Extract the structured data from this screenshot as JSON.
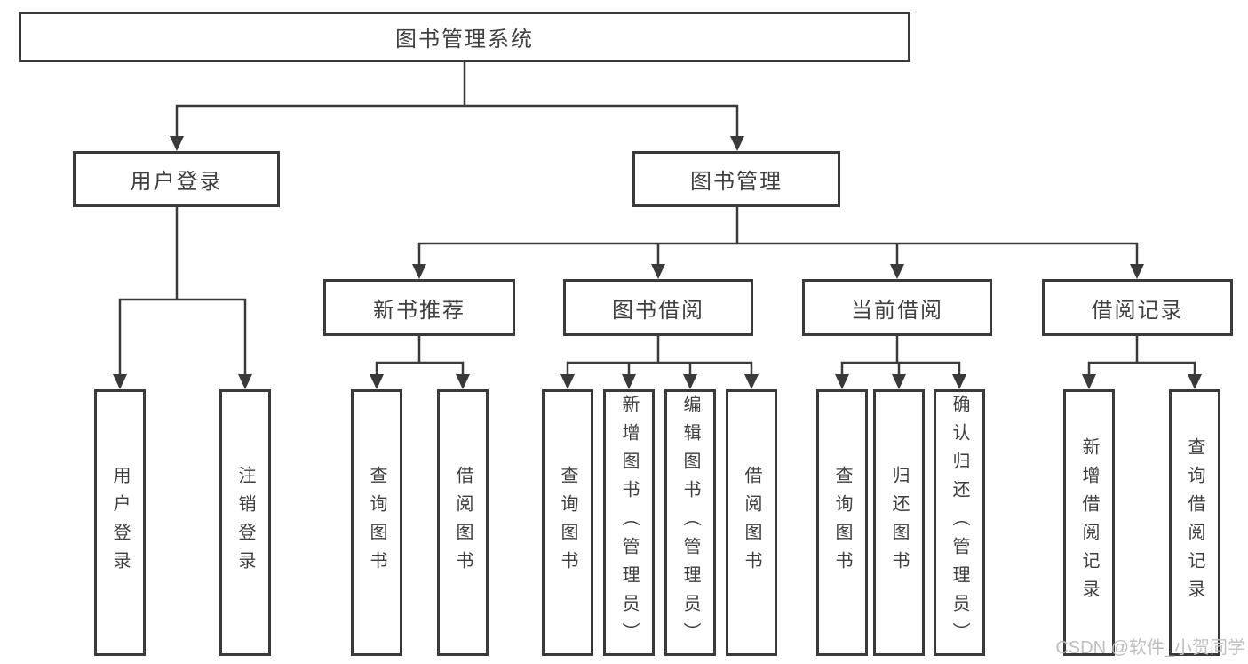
{
  "diagram": {
    "type": "hierarchy-tree",
    "title": "图书管理系统",
    "hierarchy": {
      "label": "图书管理系统",
      "children": [
        {
          "label": "用户登录",
          "children": [
            {
              "label": "用户登录"
            },
            {
              "label": "注销登录"
            }
          ]
        },
        {
          "label": "图书管理",
          "children": [
            {
              "label": "新书推荐",
              "children": [
                {
                  "label": "查询图书"
                },
                {
                  "label": "借阅图书"
                }
              ]
            },
            {
              "label": "图书借阅",
              "children": [
                {
                  "label": "查询图书"
                },
                {
                  "label": "新增图书（管理员）"
                },
                {
                  "label": "编辑图书（管理员）"
                },
                {
                  "label": "借阅图书"
                }
              ]
            },
            {
              "label": "当前借阅",
              "children": [
                {
                  "label": "查询图书"
                },
                {
                  "label": "归还图书"
                },
                {
                  "label": "确认归还（管理员）"
                }
              ]
            },
            {
              "label": "借阅记录",
              "children": [
                {
                  "label": "新增借阅记录"
                },
                {
                  "label": "查询借阅记录"
                }
              ]
            }
          ]
        }
      ]
    }
  },
  "nodes": {
    "root": "图书管理系统",
    "user_login": "用户登录",
    "book_mgmt": "图书管理",
    "login": "用户登录",
    "logout": "注销登录",
    "new_rec": "新书推荐",
    "borrow": "图书借阅",
    "current": "当前借阅",
    "record": "借阅记录",
    "rec_query": "查询图书",
    "rec_borrow": "借阅图书",
    "bor_query": "查询图书",
    "bor_add": "新增图书（管理员）",
    "bor_edit": "编辑图书（管理员）",
    "bor_borrow": "借阅图书",
    "cur_query": "查询图书",
    "cur_return": "归还图书",
    "cur_confirm": "确认归还（管理员）",
    "recd_add": "新增借阅记录",
    "recd_query": "查询借阅记录"
  },
  "watermark": {
    "text": "CSDN @软件_小贺同学",
    "color": "#bfbfbf"
  },
  "colors": {
    "line": "#3a3a3a",
    "box_border": "#3a3a3a",
    "box_bg": "#ffffff",
    "text": "#3f3f3f",
    "background": "#ffffff"
  }
}
